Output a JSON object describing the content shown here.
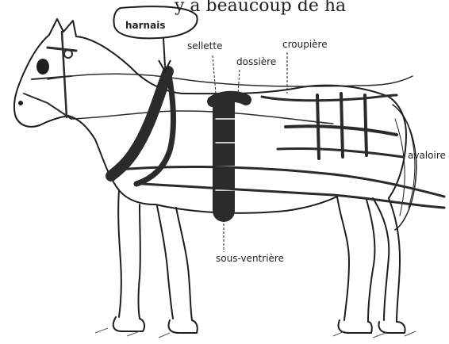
{
  "header_fragment": "y a beaucoup de ha",
  "callout": {
    "text": "harnais"
  },
  "labels": {
    "sellette": "sellette",
    "dossiere": "dossière",
    "croupiere": "croupière",
    "avaloire": "avaloire",
    "sous_ventriere": "sous-ventrière"
  },
  "colors": {
    "ink": "#1e1e1e",
    "harness": "#2b2b2b",
    "paper": "#ffffff"
  }
}
